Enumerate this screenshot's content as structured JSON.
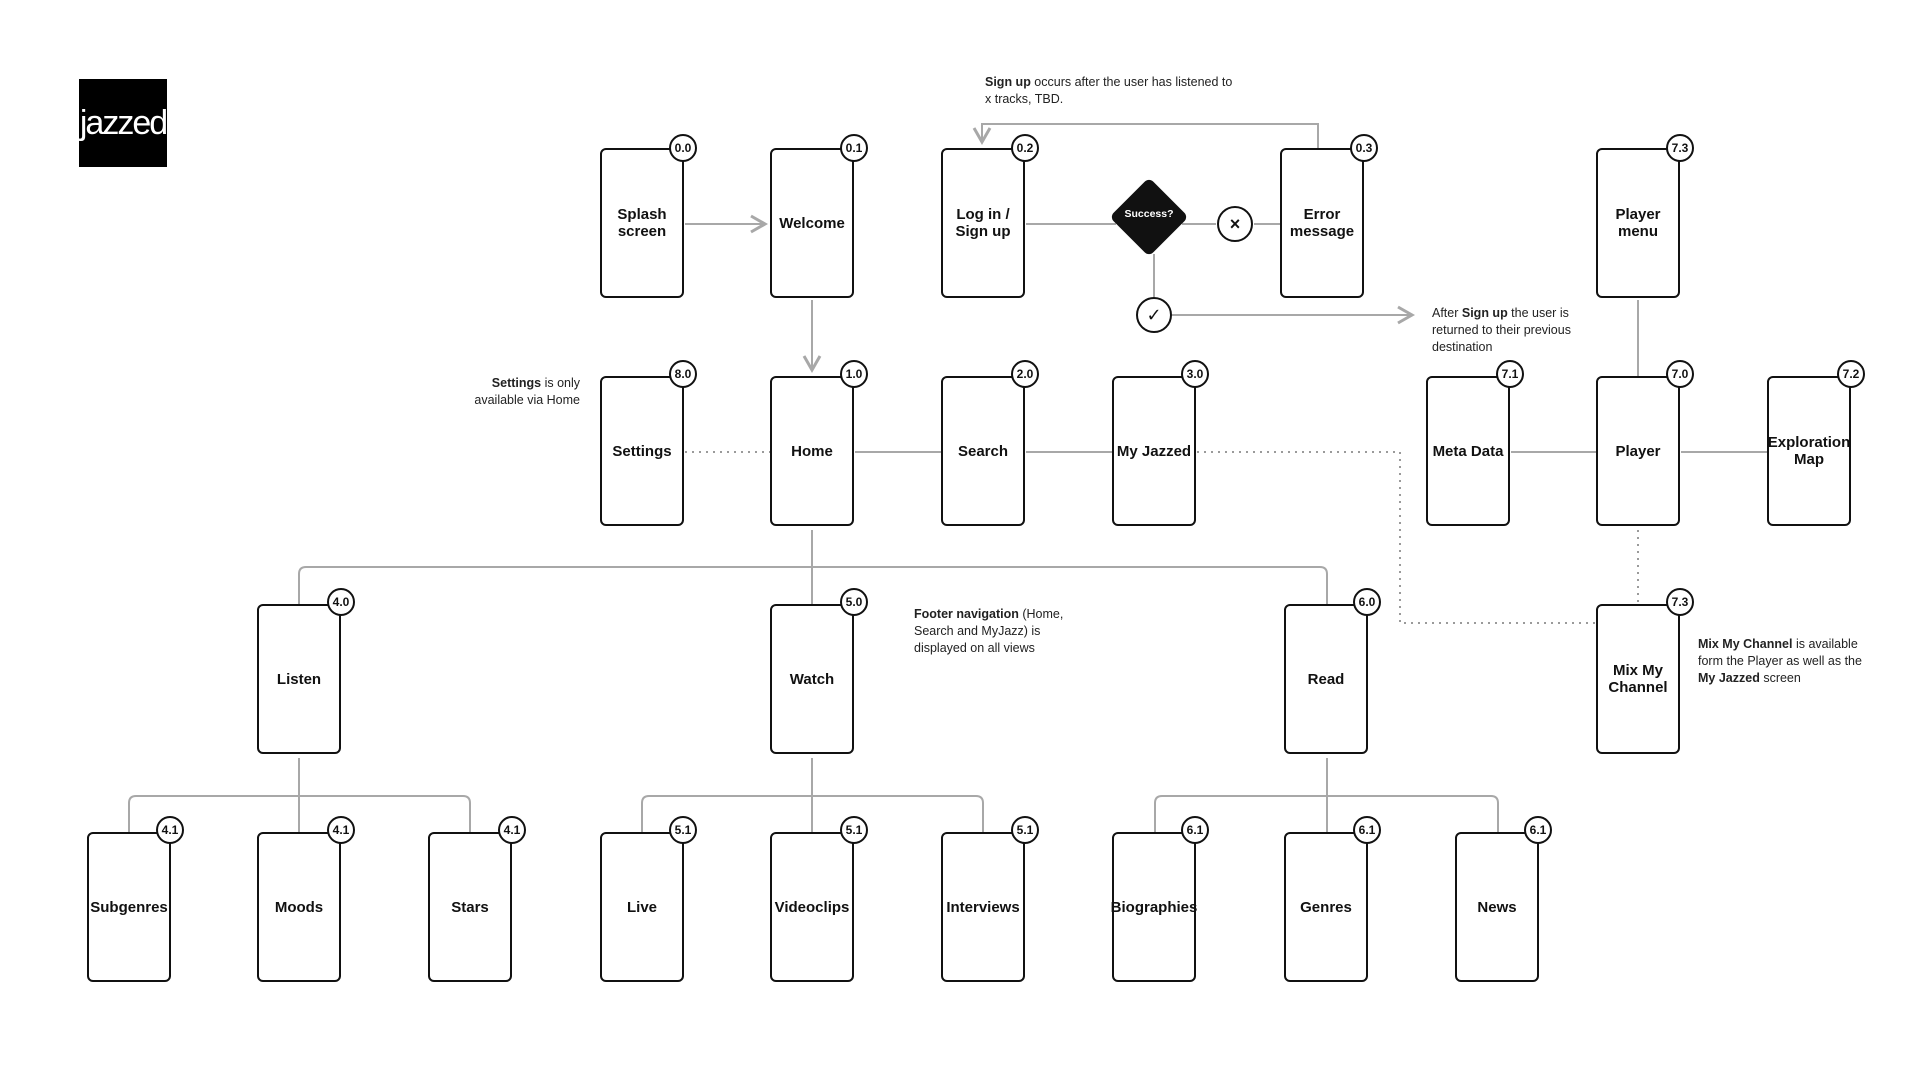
{
  "logo": {
    "text": "jazzed"
  },
  "decision": {
    "label": "Success?"
  },
  "icons": {
    "fail": "×",
    "success": "✓",
    "fail_name": "close-icon",
    "success_name": "check-icon"
  },
  "nodes": {
    "splash": {
      "label": "Splash screen",
      "id": "0.0"
    },
    "welcome": {
      "label": "Welcome",
      "id": "0.1"
    },
    "login": {
      "label": "Log in / Sign up",
      "id": "0.2"
    },
    "error": {
      "label": "Error message",
      "id": "0.3"
    },
    "player_menu": {
      "label": "Player menu",
      "id": "7.3"
    },
    "settings": {
      "label": "Settings",
      "id": "8.0"
    },
    "home": {
      "label": "Home",
      "id": "1.0"
    },
    "search": {
      "label": "Search",
      "id": "2.0"
    },
    "myjazzed": {
      "label": "My Jazzed",
      "id": "3.0"
    },
    "metadata": {
      "label": "Meta Data",
      "id": "7.1"
    },
    "player": {
      "label": "Player",
      "id": "7.0"
    },
    "exploration": {
      "label": "Exploration Map",
      "id": "7.2"
    },
    "listen": {
      "label": "Listen",
      "id": "4.0"
    },
    "watch": {
      "label": "Watch",
      "id": "5.0"
    },
    "read": {
      "label": "Read",
      "id": "6.0"
    },
    "mixchannel": {
      "label": "Mix My Channel",
      "id": "7.3"
    },
    "subgenres": {
      "label": "Subgenres",
      "id": "4.1"
    },
    "moods": {
      "label": "Moods",
      "id": "4.1"
    },
    "stars": {
      "label": "Stars",
      "id": "4.1"
    },
    "live": {
      "label": "Live",
      "id": "5.1"
    },
    "videoclips": {
      "label": "Videoclips",
      "id": "5.1"
    },
    "interviews": {
      "label": "Interviews",
      "id": "5.1"
    },
    "biographies": {
      "label": "Biographies",
      "id": "6.1"
    },
    "genres": {
      "label": "Genres",
      "id": "6.1"
    },
    "news": {
      "label": "News",
      "id": "6.1"
    }
  },
  "notes": {
    "signup_bold": "Sign up",
    "signup_rest": " occurs after the user has listened to x tracks, TBD.",
    "after_pre": "After ",
    "after_bold": "Sign up",
    "after_rest": " the user is returned to their previous destination",
    "settings_bold": "Settings",
    "settings_rest": " is only available via Home",
    "footer_bold": "Footer navigation",
    "footer_rest": " (Home, Search and MyJazz) is displayed on all views",
    "mix_bold1": "Mix My Channel",
    "mix_mid": " is available form the Player as well as the ",
    "mix_bold2": "My Jazzed",
    "mix_end": " screen"
  }
}
